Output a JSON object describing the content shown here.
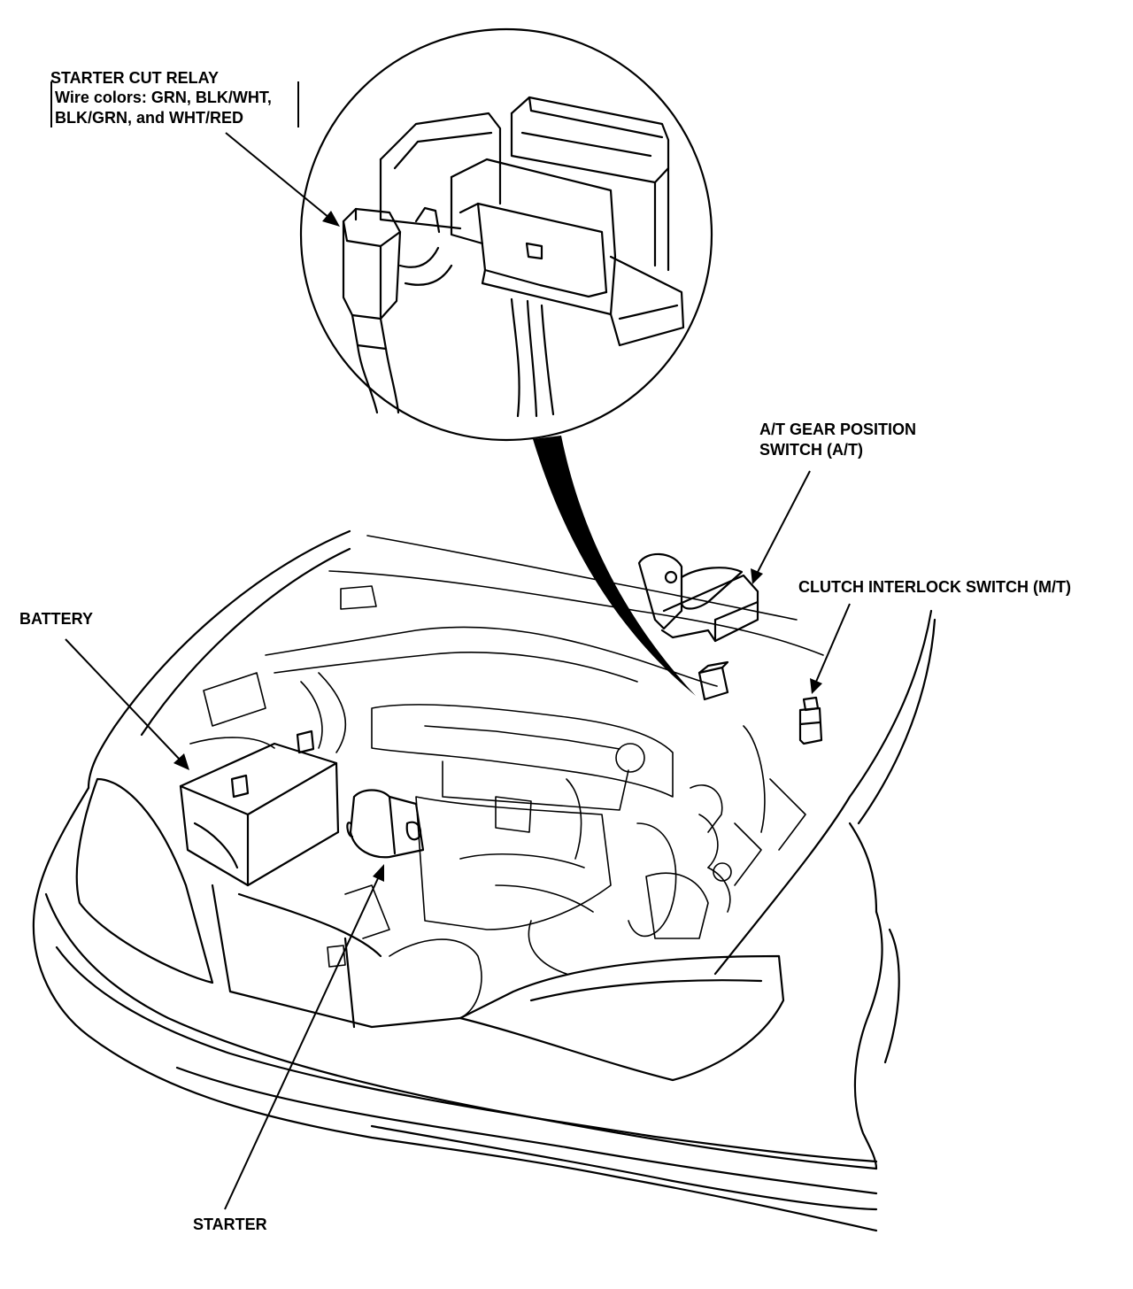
{
  "labels": {
    "starter_cut_relay": {
      "title": "STARTER CUT RELAY",
      "wire_line1": "Wire colors: GRN, BLK/WHT,",
      "wire_line2": "BLK/GRN, and WHT/RED"
    },
    "at_gear_position_switch": {
      "line1": "A/T GEAR POSITION",
      "line2": "SWITCH (A/T)"
    },
    "clutch_interlock_switch": "CLUTCH INTERLOCK SWITCH (M/T)",
    "battery": "BATTERY",
    "starter": "STARTER"
  }
}
